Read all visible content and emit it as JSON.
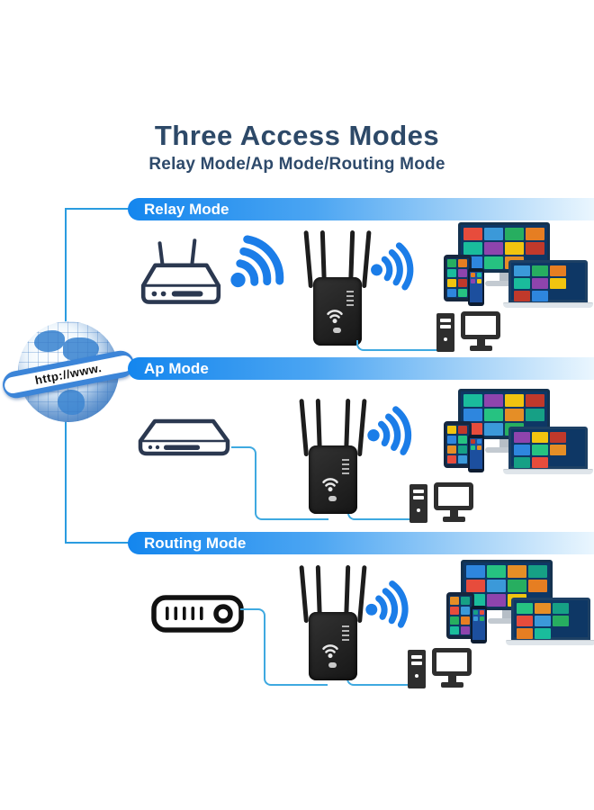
{
  "page": {
    "title": "Three Access Modes",
    "subtitle": "Relay Mode/Ap Mode/Routing Mode"
  },
  "globe": {
    "banner_text": "http://www."
  },
  "sections": [
    {
      "id": "relay",
      "label": "Relay Mode"
    },
    {
      "id": "ap",
      "label": "Ap Mode"
    },
    {
      "id": "routing",
      "label": "Routing Mode"
    }
  ],
  "colors": {
    "title_text": "#2d4968",
    "bar_gradient_start": "#1486ee",
    "bar_gradient_end": "#eaf6fe",
    "bar_text": "#ffffff",
    "wifi_blue": "#1b7de8",
    "wire_blue": "#3fa9e0",
    "connector_blue": "#2a9ce0",
    "line_art": "#2b3850",
    "repeater_body": "#1f1f1f"
  },
  "icons": {
    "globe": "internet-globe-icon",
    "wifi": "wifi-signal-icon",
    "router": "wireless-router-icon",
    "modem_flat": "modem-icon",
    "modem_broadband": "broadband-modem-icon",
    "repeater": "wifi-repeater-device",
    "pc": "desktop-pc-icon",
    "cluster": "client-devices-icons"
  },
  "device_screens": {
    "tile_colors": [
      "#e74c3c",
      "#3b99d9",
      "#27ae60",
      "#e67e22",
      "#1abc9c",
      "#8e44ad",
      "#f1c40f",
      "#c0392b",
      "#2e86de",
      "#26c281",
      "#e58e26",
      "#16a085"
    ]
  }
}
